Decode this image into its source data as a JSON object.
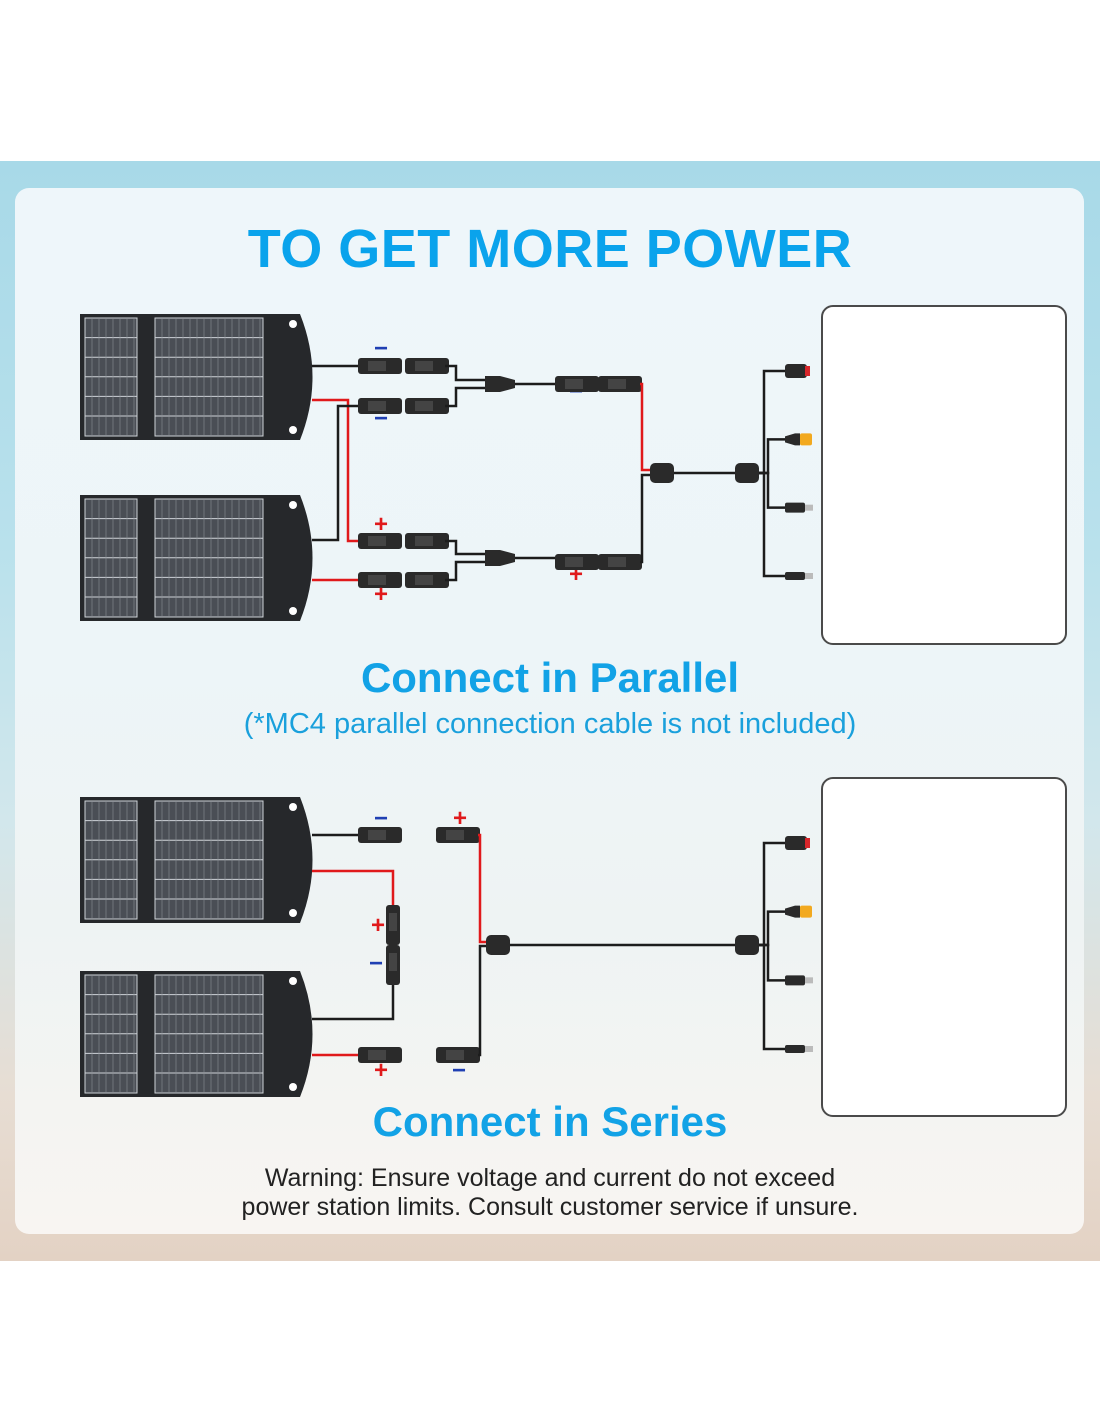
{
  "header": {
    "title": "TO GET MORE POWER"
  },
  "parallel": {
    "title": "Connect in Parallel",
    "note": "(*MC4 parallel connection cable is not included)",
    "polarity_labels": [
      "−",
      "−",
      "+",
      "+",
      "−",
      "+"
    ]
  },
  "series": {
    "title": "Connect in Series",
    "polarity_labels": [
      "−",
      "+",
      "+",
      "−",
      "+",
      "−"
    ]
  },
  "warning": {
    "line1": "Warning: Ensure voltage and current do not exceed",
    "line2": "power station limits. Consult customer service if unsure."
  },
  "output_connectors": [
    "anderson-connector",
    "xt60-connector",
    "dc-barrel-8mm",
    "dc-barrel-5521"
  ],
  "power_stations": [
    {
      "name": "power-station-green-side",
      "accent": "#5ee03a"
    },
    {
      "name": "power-station-silver-top",
      "accent": "#c9c9c9"
    },
    {
      "name": "power-station-handle",
      "accent": "#8a8a8a"
    },
    {
      "name": "power-station-green-light",
      "accent": "#5ee6a0"
    },
    {
      "name": "power-station-grey-block",
      "accent": "#9a9a9a"
    },
    {
      "name": "power-station-orange-side",
      "accent": "#f05a1e"
    }
  ],
  "colors": {
    "title_blue": "#0aa3ec",
    "wire_red": "#e0191b",
    "wire_black": "#1c1c1c",
    "minus_blue": "#1f3fb3",
    "plus_red": "#e0191b"
  }
}
